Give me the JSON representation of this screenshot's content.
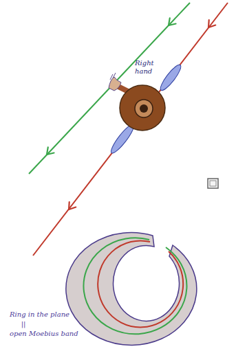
{
  "diagram": {
    "labels": [
      "Right hand",
      "Ring in the plane",
      "||",
      "open Moebius band"
    ]
  }
}
